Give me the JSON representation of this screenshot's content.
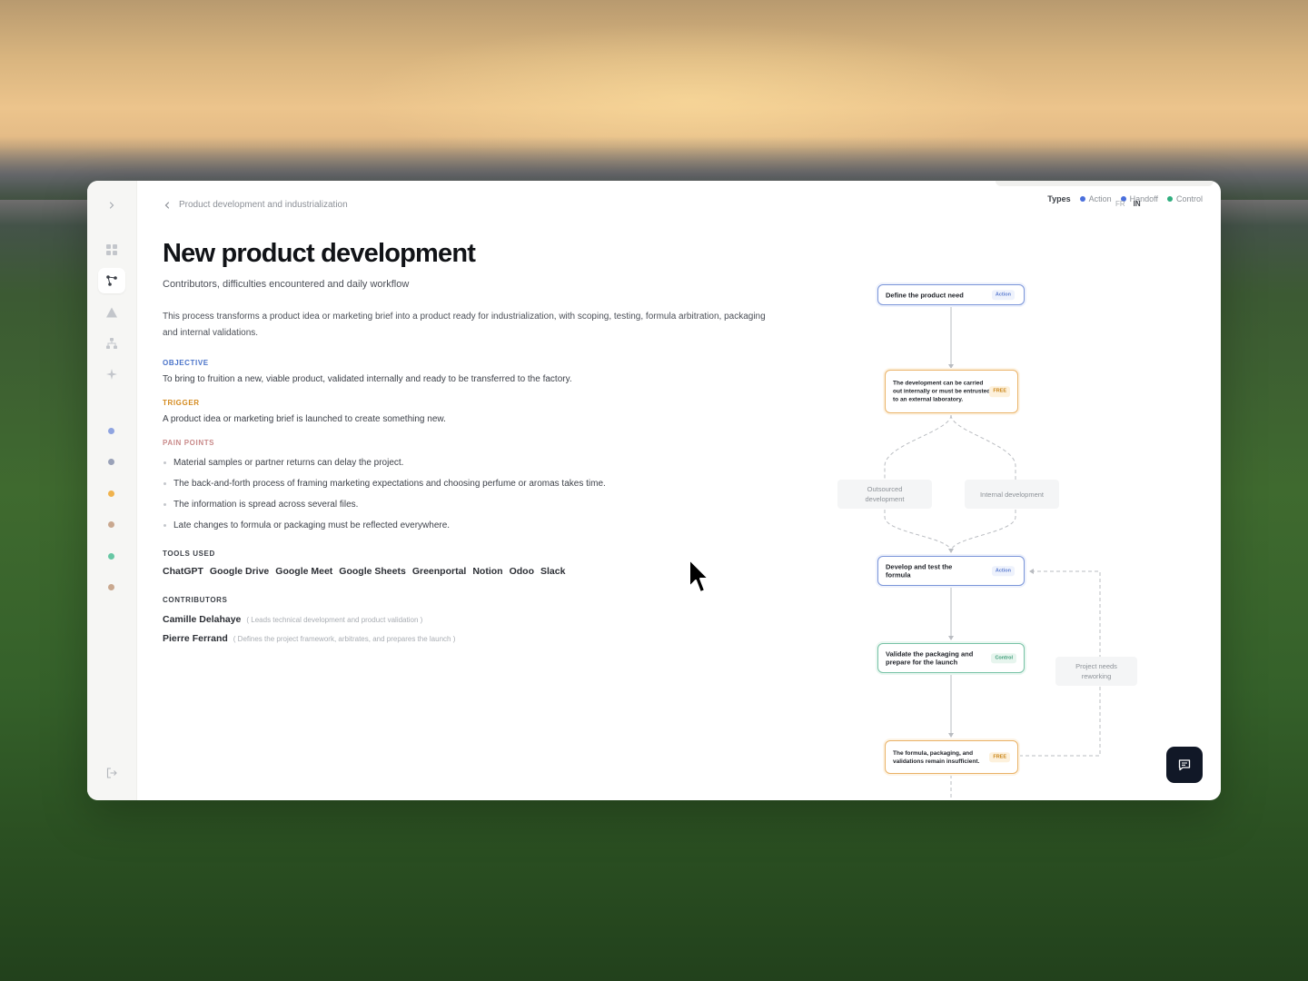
{
  "breadcrumb": {
    "label": "Product development and industrialization"
  },
  "page": {
    "title": "New product development",
    "subtitle": "Contributors, difficulties encountered and daily workflow",
    "description": "This process transforms a product idea or marketing brief into a product ready for industrialization, with scoping, testing, formula arbitration, packaging and internal validations."
  },
  "objective": {
    "label": "OBJECTIVE",
    "text": "To bring to fruition a new, viable product, validated internally and ready to be transferred to the factory."
  },
  "trigger": {
    "label": "TRIGGER",
    "text": "A product idea or marketing brief is launched to create something new."
  },
  "pain_points": {
    "label": "PAIN POINTS",
    "items": [
      "Material samples or partner returns can delay the project.",
      "The back-and-forth process of framing marketing expectations and choosing perfume or aromas takes time.",
      "The information is spread across several files.",
      "Late changes to formula or packaging must be reflected everywhere."
    ]
  },
  "tools": {
    "label": "TOOLS USED",
    "items": [
      "ChatGPT",
      "Google Drive",
      "Google Meet",
      "Google Sheets",
      "Greenportal",
      "Notion",
      "Odoo",
      "Slack"
    ]
  },
  "contributors": {
    "label": "CONTRIBUTORS",
    "items": [
      {
        "name": "Camille Delahaye",
        "role": "( Leads technical development and product validation )"
      },
      {
        "name": "Pierre Ferrand",
        "role": "( Defines the project framework, arbitrates, and prepares the launch )"
      }
    ]
  },
  "legend": {
    "title": "Types",
    "items": [
      {
        "label": "Action",
        "color": "#4a6fdc"
      },
      {
        "label": "Handoff",
        "color": "#4a6fdc"
      },
      {
        "label": "Control",
        "color": "#2fae7e"
      }
    ]
  },
  "lang": {
    "fr": "FR",
    "en": "IN"
  },
  "flow": {
    "nodes": [
      {
        "text": "Define the product need",
        "tag": "Action"
      },
      {
        "text": "The development can be carried out internally or must be entrusted to an external laboratory.",
        "tag": "FREE"
      },
      {
        "text": "Develop and test the formula",
        "tag": "Action"
      },
      {
        "text": "Validate the packaging and prepare for the launch",
        "tag": "Control"
      },
      {
        "text": "The formula, packaging, and validations remain insufficient.",
        "tag": "FREE"
      }
    ],
    "edge_labels": [
      "Outsourced development",
      "Internal development",
      "Project needs reworking"
    ]
  },
  "colors": {
    "action": "#7b95d9",
    "free": "#eab266",
    "control": "#77c2a5",
    "objective_label": "#4a73c9",
    "trigger_label": "#d48a1e",
    "pain_label": "#c98a8a"
  },
  "sidebar_icons": [
    "chevron-right-icon",
    "grid-icon",
    "workflow-icon",
    "warning-icon",
    "org-chart-icon",
    "sparkle-icon",
    "logout-icon"
  ],
  "sidebar_dot_colors": [
    "#8fa4e0",
    "#9aa2b8",
    "#f0b34d",
    "#c9a88f",
    "#67c7a4",
    "#c9a88f"
  ]
}
